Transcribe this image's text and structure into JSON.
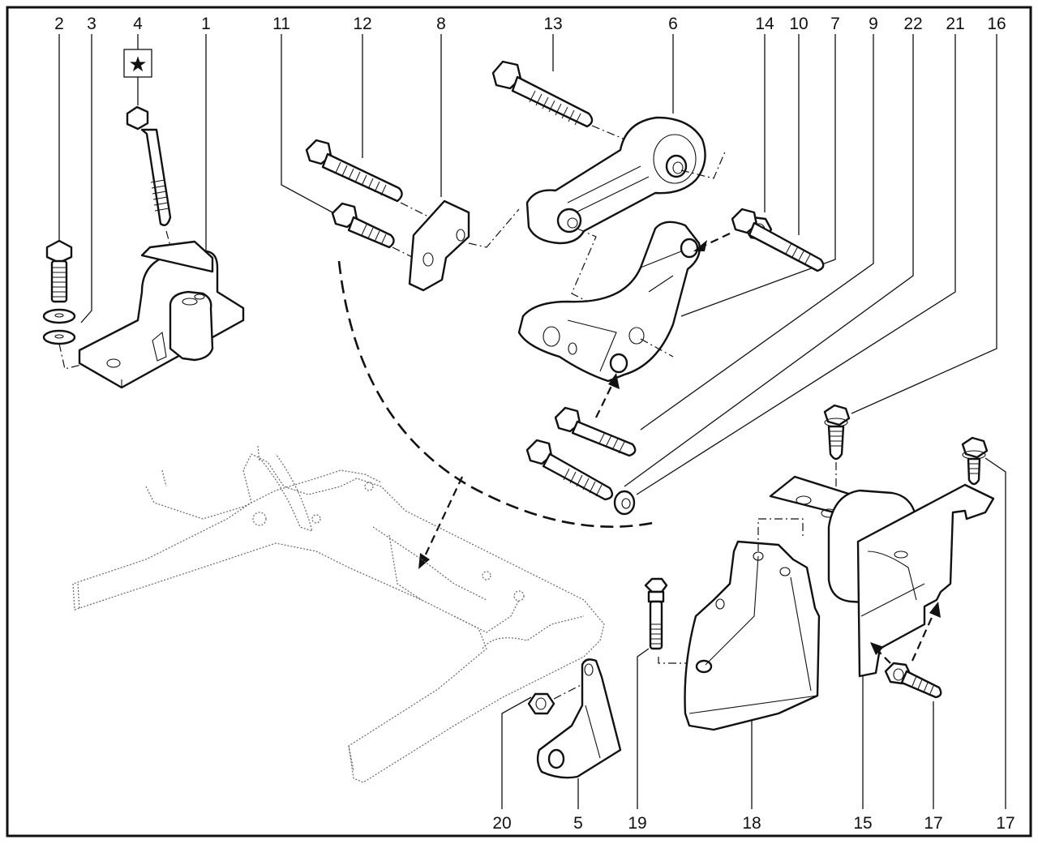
{
  "diagram": {
    "type": "exploded-parts-view",
    "subject": "engine / gearbox mounts and subframe",
    "special_marker": {
      "symbol": "★",
      "attached_to_label": "4"
    },
    "top_labels": [
      "2",
      "3",
      "4",
      "1",
      "11",
      "12",
      "8",
      "13",
      "6",
      "14",
      "10",
      "7",
      "9",
      "22",
      "21",
      "16"
    ],
    "bottom_labels": [
      "20",
      "5",
      "19",
      "18",
      "15",
      "17",
      "17"
    ],
    "parts": [
      {
        "id": "1",
        "name": "engine-side mount"
      },
      {
        "id": "2",
        "name": "mount bolt"
      },
      {
        "id": "3",
        "name": "washers"
      },
      {
        "id": "4",
        "name": "long bolt (replace, ★)"
      },
      {
        "id": "5",
        "name": "bracket"
      },
      {
        "id": "6",
        "name": "torque rod / tie bar"
      },
      {
        "id": "7",
        "name": "tie bar bracket"
      },
      {
        "id": "8",
        "name": "plate bracket"
      },
      {
        "id": "9",
        "name": "bolt"
      },
      {
        "id": "10",
        "name": "bolt"
      },
      {
        "id": "11",
        "name": "bolt"
      },
      {
        "id": "12",
        "name": "bolt"
      },
      {
        "id": "13",
        "name": "long bolt"
      },
      {
        "id": "14",
        "name": "nut"
      },
      {
        "id": "15",
        "name": "gearbox-side mount"
      },
      {
        "id": "16",
        "name": "bolt"
      },
      {
        "id": "17",
        "name": "bolt"
      },
      {
        "id": "18",
        "name": "gearbox support bracket"
      },
      {
        "id": "19",
        "name": "stud"
      },
      {
        "id": "20",
        "name": "nut"
      },
      {
        "id": "21",
        "name": "washer"
      },
      {
        "id": "22",
        "name": "bolt"
      }
    ]
  }
}
